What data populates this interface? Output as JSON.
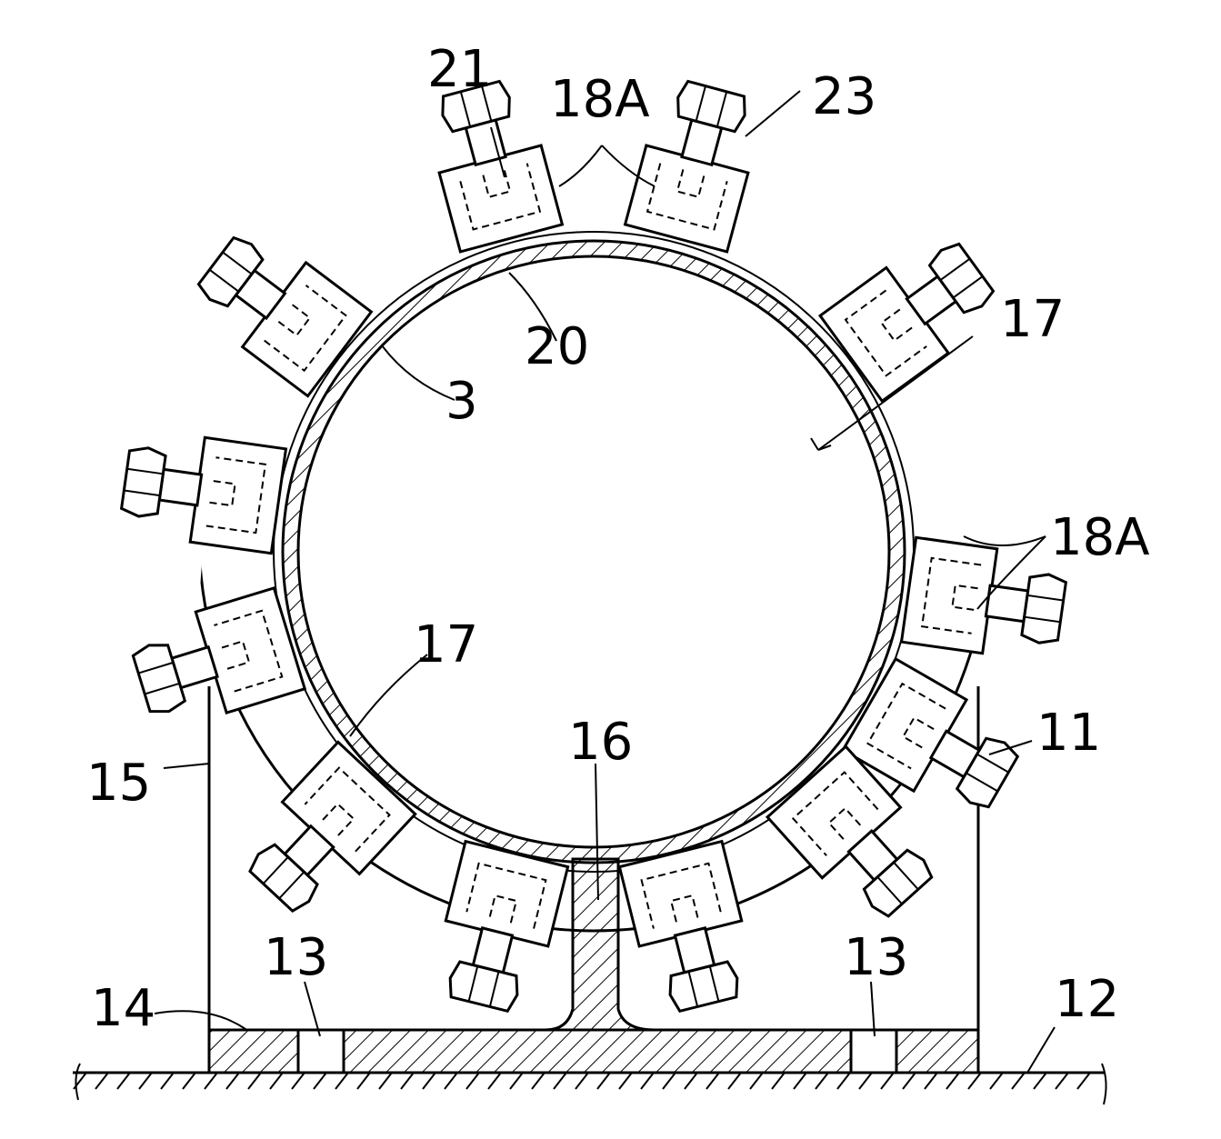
{
  "labels": {
    "l21": "21",
    "l18a_top": "18A",
    "l23": "23",
    "l20": "20",
    "l17_top": "17",
    "l3": "3",
    "l18a_right": "18A",
    "l17_left": "17",
    "l16": "16",
    "l11": "11",
    "l15": "15",
    "l13_left": "13",
    "l13_right": "13",
    "l14": "14",
    "l12": "12"
  }
}
